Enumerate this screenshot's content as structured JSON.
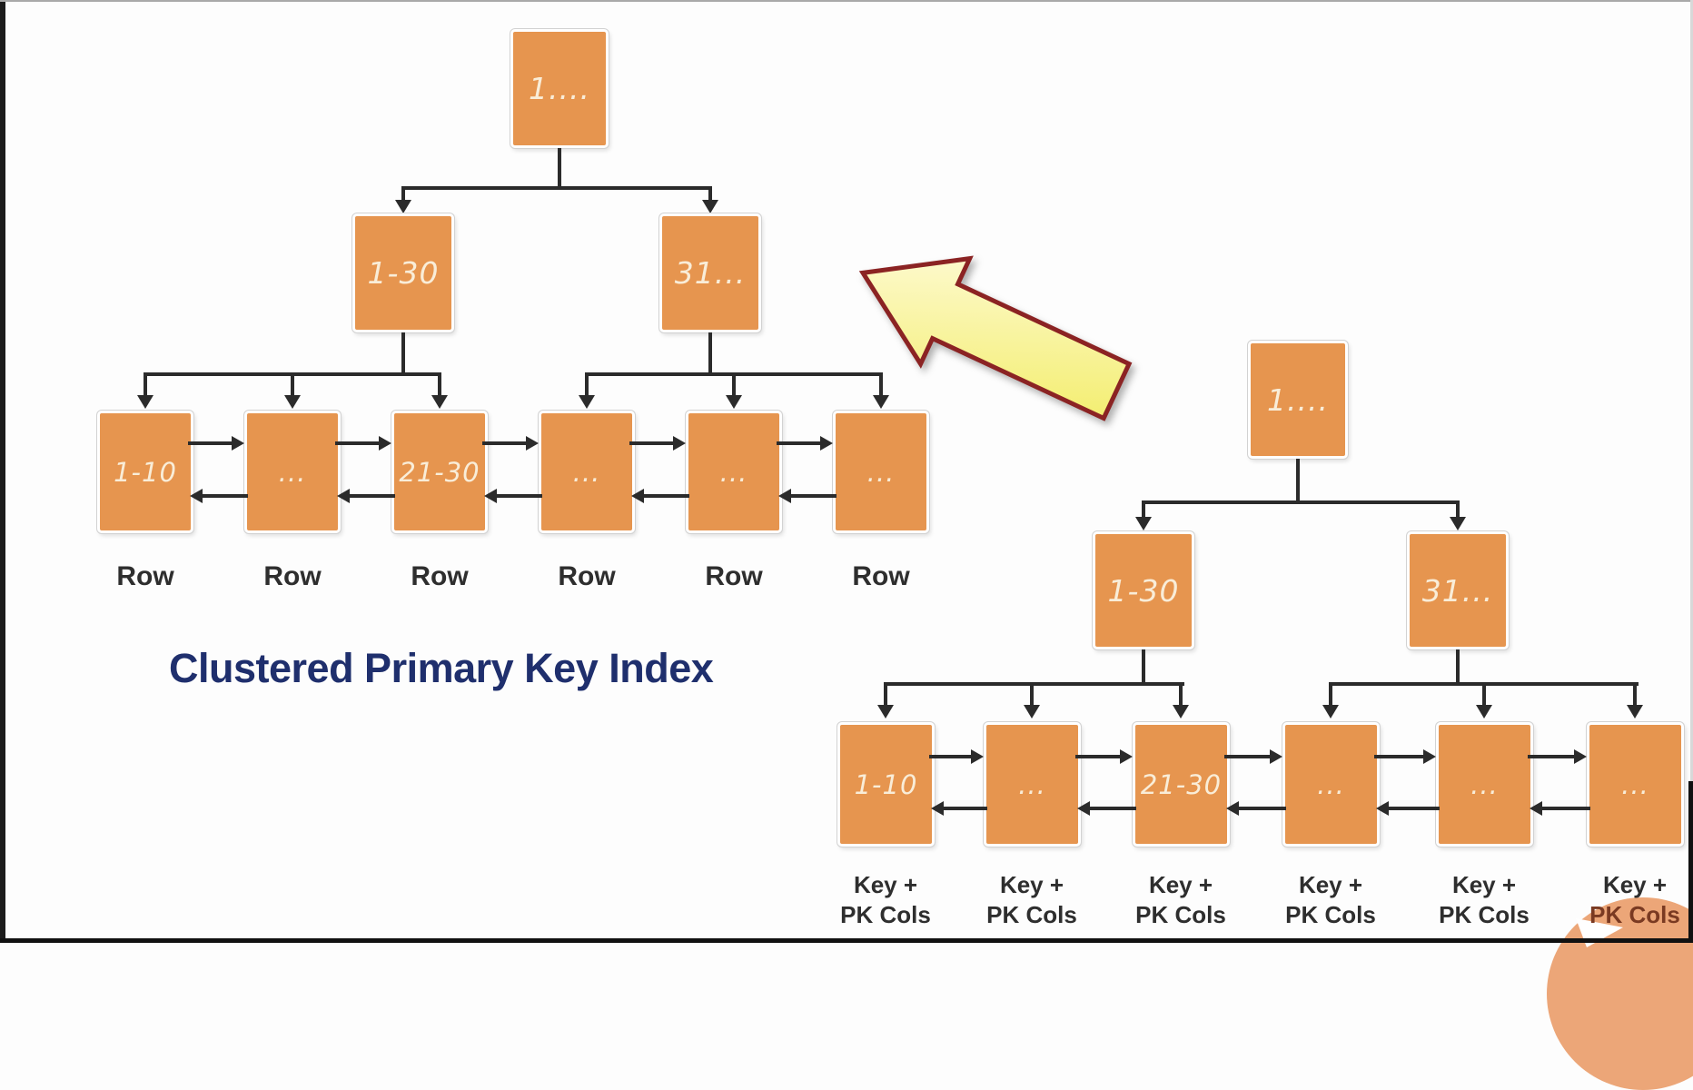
{
  "left_tree": {
    "title": "Clustered Primary Key Index",
    "root_label": "1....",
    "internal_labels": [
      "1-30",
      "31..."
    ],
    "leaf_labels": [
      "1-10",
      "...",
      "21-30",
      "...",
      "...",
      "..."
    ],
    "leaf_captions": [
      "Row",
      "Row",
      "Row",
      "Row",
      "Row",
      "Row"
    ]
  },
  "right_tree": {
    "root_label": "1....",
    "internal_labels": [
      "1-30",
      "31..."
    ],
    "leaf_labels": [
      "1-10",
      "...",
      "21-30",
      "...",
      "...",
      "..."
    ],
    "leaf_captions": [
      {
        "line1": "Key +",
        "line2": "PK Cols"
      },
      {
        "line1": "Key +",
        "line2": "PK Cols"
      },
      {
        "line1": "Key +",
        "line2": "PK Cols"
      },
      {
        "line1": "Key +",
        "line2": "PK Cols"
      },
      {
        "line1": "Key +",
        "line2": "PK Cols"
      },
      {
        "line1": "Key +",
        "line2": "PK Cols"
      }
    ]
  },
  "annotations": {
    "yellow_arrow_direction": "up-left"
  },
  "colors": {
    "node_fill": "#E6954F",
    "connector": "#2B2B2B",
    "title_text": "#1F2F6D",
    "caption_text": "#2E2E2E",
    "yellow_arrow_fill": "#F5EF6F",
    "yellow_arrow_border": "#8B2323",
    "circle_overlay": "#ECA678"
  }
}
